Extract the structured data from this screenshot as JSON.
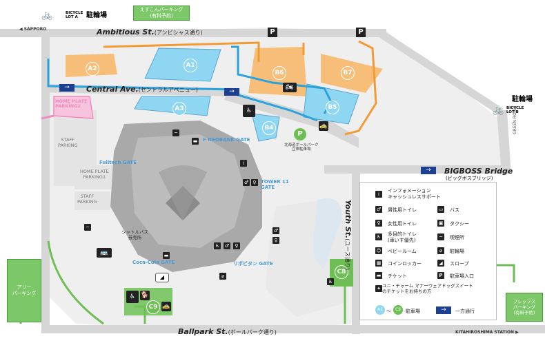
{
  "streets": {
    "ambitious": {
      "name": "Ambitious St.",
      "jp": "(アンビシャス通り)"
    },
    "central": {
      "name": "Central Ave.",
      "jp": "(セントラルアベニュー)"
    },
    "bigboss": {
      "name": "BIGBOSS Bridge",
      "jp": "(ビッグボスブリッジ)"
    },
    "youth": {
      "name": "Youth St.",
      "jp": "(ユース通り)"
    },
    "ballpark": {
      "name": "Ballpark St.",
      "jp": "(ボールパーク通り)"
    },
    "green_road": "GREEN ROAD"
  },
  "directions": {
    "sapporo": "SAPPORO",
    "kitahiroshima": "KITAHIROSHIMA STATION"
  },
  "bicycle_lots": {
    "a": {
      "title": "駐輪場",
      "sub": "BICYCLE LOT A"
    },
    "b": {
      "title": "駐輪場",
      "sub": "BICYCLE LOT B"
    }
  },
  "lots": {
    "a1": "A1",
    "a2": "A2",
    "a3": "A3",
    "b4": "B4",
    "b5": "B5",
    "b6": "B6",
    "b7": "B7",
    "c8": "C8",
    "c9": "C9"
  },
  "areas": {
    "home_plate_2": "HOME PLATE\nPARKING2",
    "home_plate_1": "HOME PLATE\nPARKING1",
    "staff_1": "STAFF\nPARKING",
    "staff_2": "STAFF\nPARKING",
    "shuttle": "シャトルバス\n券売所"
  },
  "gates": {
    "neobank": "F NEOBANK GATE",
    "fulltech": "Fulltech GATE",
    "tower11": "TOWER 11\nGATE",
    "cocacola": "Coca-Cola GATE",
    "lipovitan": "リポビタン GATE"
  },
  "green_boxes": {
    "esconfield": "えすこんパーキング\n(有料予約)",
    "tower_parking": "北海道ボールパーク\n立体駐車場",
    "ally": "アリー\nパーキング",
    "fleps": "フレップス\nパーキング\n(有料予約)"
  },
  "icons": {
    "p": "P",
    "info": "i",
    "arrow": "→"
  },
  "legend": {
    "info": "インフォメーション\nキャッシュレスサポート",
    "male": "男性用トイレ",
    "bus": "バス",
    "female": "女性用トイレ",
    "taxi": "タクシー",
    "multi": "多目的トイレ\n(車いす優先)",
    "smoking": "喫煙所",
    "baby": "ベビールーム",
    "bicycle": "駐輪場",
    "locker": "コインロッカー",
    "slope": "スロープ",
    "ticket": "チケット",
    "parking_entry": "駐車場入口",
    "dog": "ユニ・チャーム マナーウェアドッグスイート\nのチケットをお持ちの方",
    "lot_range_a": "A1",
    "lot_range_sep": "〜",
    "lot_range_c": "C9",
    "lot_label": "駐車場",
    "oneway": "一方通行"
  },
  "colors": {
    "orange_lot": "#f6be79",
    "blue_lot": "#8fd6f2",
    "green": "#6dbf55",
    "pink": "#ef8cc1",
    "road": "#d9d9d9",
    "stadium": "#a7a7a7",
    "oneway": "#1d3f8f"
  }
}
